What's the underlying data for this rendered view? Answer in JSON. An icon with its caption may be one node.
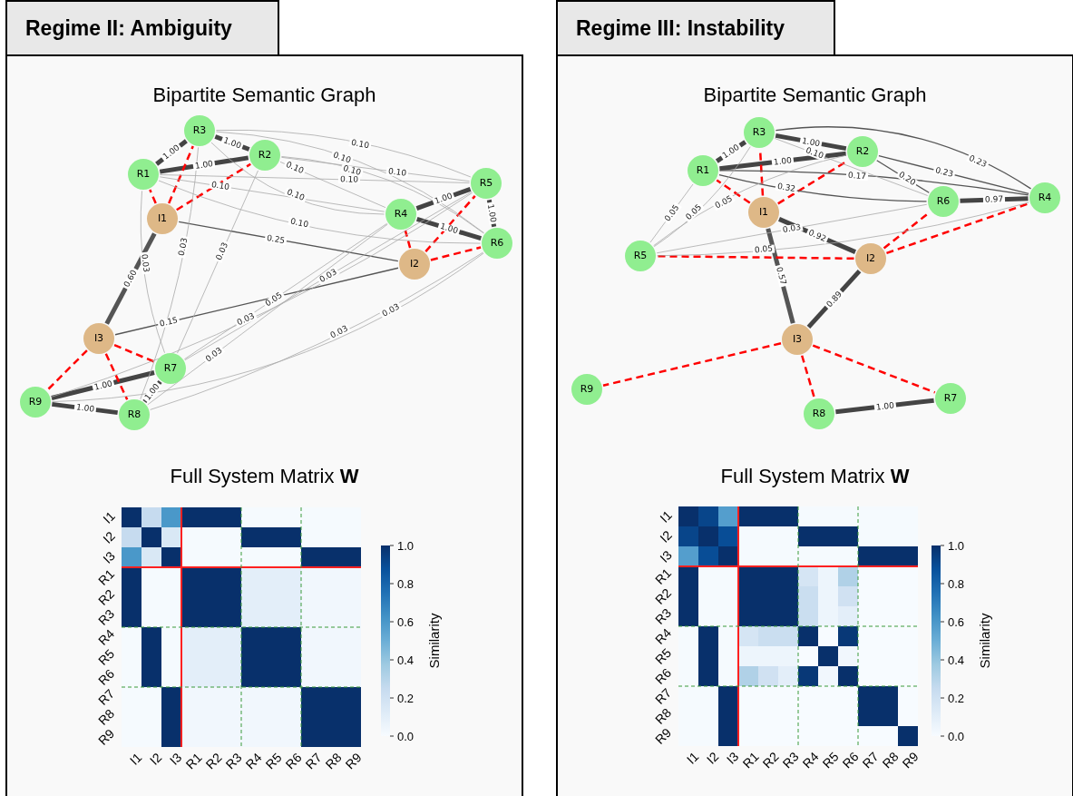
{
  "diagram": {
    "nodes": [
      {
        "text": [
          "Regime II: Ambiguity",
          "Bipartite Semantic Graph",
          "Full System Matrix **W**"
        ]
      },
      {
        "text": [
          "I1"
        ],
        "in": 0
      },
      {
        "text": [
          "I2"
        ],
        "in": 0
      },
      {
        "text": [
          "I3"
        ],
        "in": 0
      },
      {
        "text": [
          "R1"
        ],
        "in": 0
      },
      {
        "text": [
          "R2"
        ],
        "in": 0
      },
      {
        "text": [
          "R3"
        ],
        "in": 0
      },
      {
        "text": [
          "R4"
        ],
        "in": 0
      },
      {
        "text": [
          "R5"
        ],
        "in": 0
      },
      {
        "text": [
          "R6"
        ],
        "in": 0
      },
      {
        "text": [
          "R7"
        ],
        "in": 0
      },
      {
        "text": [
          "R8"
        ],
        "in": 0
      },
      {
        "text": [
          "R9"
        ],
        "in": 0
      },
      {
        "text": [
          "Regime III: Instability",
          "Bipartite Semantic Graph",
          "Full System Matrix **W**"
        ]
      },
      {
        "text": [
          "I1"
        ],
        "in": 13
      },
      {
        "text": [
          "I2"
        ],
        "in": 13
      },
      {
        "text": [
          "I3"
        ],
        "in": 13
      },
      {
        "text": [
          "R1"
        ],
        "in": 13
      },
      {
        "text": [
          "R2"
        ],
        "in": 13
      },
      {
        "text": [
          "R3"
        ],
        "in": 13
      },
      {
        "text": [
          "R4"
        ],
        "in": 13
      },
      {
        "text": [
          "R5"
        ],
        "in": 13
      },
      {
        "text": [
          "R6"
        ],
        "in": 13
      },
      {
        "text": [
          "R7"
        ],
        "in": 13
      },
      {
        "text": [
          "R8"
        ],
        "in": 13
      },
      {
        "text": [
          "R9"
        ],
        "in": 13
      }
    ],
    "edges": [
      {
        "from": 6,
        "to": 5,
        "arrow": "none",
        "label": "1.00",
        "style": "thick",
        "color": "#444444"
      },
      {
        "from": 4,
        "to": 5,
        "arrow": "none",
        "label": "1.00",
        "style": "thick",
        "color": "#444444"
      },
      {
        "from": 4,
        "to": 6,
        "arrow": "none",
        "label": "1.00",
        "style": "thick",
        "color": "#444444"
      },
      {
        "from": 7,
        "to": 8,
        "arrow": "none",
        "label": "1.00",
        "style": "thick",
        "color": "#444444"
      },
      {
        "from": 7,
        "to": 9,
        "arrow": "none",
        "label": "1.00",
        "style": "thick",
        "color": "#444444"
      },
      {
        "from": 8,
        "to": 9,
        "arrow": "none",
        "label": "1.00",
        "style": "thick",
        "color": "#444444"
      },
      {
        "from": 10,
        "to": 12,
        "arrow": "none",
        "label": "1.00",
        "style": "thick",
        "color": "#444444"
      },
      {
        "from": 12,
        "to": 11,
        "arrow": "none",
        "label": "1.00",
        "style": "thick",
        "color": "#444444"
      },
      {
        "from": 10,
        "to": 11,
        "arrow": "none",
        "label": "1.00",
        "style": "thick",
        "color": "#444444"
      },
      {
        "from": 1,
        "to": 3,
        "arrow": "none",
        "label": "0.60",
        "style": "thick",
        "color": "#555555"
      },
      {
        "from": 1,
        "to": 2,
        "arrow": "none",
        "label": "0.25",
        "color": "#555555"
      },
      {
        "from": 3,
        "to": 2,
        "arrow": "none",
        "label": "0.15",
        "color": "#555555"
      },
      {
        "from": 1,
        "to": 4,
        "arrow": "none",
        "style": "dashed",
        "color": "#ff0000"
      },
      {
        "from": 1,
        "to": 6,
        "arrow": "none",
        "style": "dashed",
        "color": "#ff0000"
      },
      {
        "from": 1,
        "to": 5,
        "arrow": "none",
        "style": "dashed",
        "color": "#ff0000"
      },
      {
        "from": 2,
        "to": 7,
        "arrow": "none",
        "style": "dashed",
        "color": "#ff0000"
      },
      {
        "from": 2,
        "to": 8,
        "arrow": "none",
        "style": "dashed",
        "color": "#ff0000"
      },
      {
        "from": 2,
        "to": 9,
        "arrow": "none",
        "style": "dashed",
        "color": "#ff0000"
      },
      {
        "from": 3,
        "to": 12,
        "arrow": "none",
        "style": "dashed",
        "color": "#ff0000"
      },
      {
        "from": 3,
        "to": 10,
        "arrow": "none",
        "style": "dashed",
        "color": "#ff0000"
      },
      {
        "from": 3,
        "to": 11,
        "arrow": "none",
        "style": "dashed",
        "color": "#ff0000"
      },
      {
        "from": 5,
        "to": 8,
        "arrow": "none",
        "label": "0.10"
      },
      {
        "from": 6,
        "to": 8,
        "arrow": "none",
        "label": "0.10"
      },
      {
        "from": 5,
        "to": 7,
        "arrow": "none",
        "label": "0.10"
      },
      {
        "from": 5,
        "to": 9,
        "arrow": "none",
        "label": "0.10"
      },
      {
        "from": 6,
        "to": 7,
        "arrow": "none",
        "label": "0.10"
      },
      {
        "from": 6,
        "to": 9,
        "arrow": "none",
        "label": "0.10"
      },
      {
        "from": 4,
        "to": 7,
        "arrow": "none",
        "label": "0.10"
      },
      {
        "from": 4,
        "to": 9,
        "arrow": "none",
        "label": "0.10"
      },
      {
        "from": 4,
        "to": 8,
        "arrow": "none",
        "label": "0.10"
      },
      {
        "from": 4,
        "to": 10,
        "arrow": "none",
        "label": "0.03"
      },
      {
        "from": 6,
        "to": 11,
        "arrow": "none",
        "label": "0.03"
      },
      {
        "from": 5,
        "to": 10,
        "arrow": "none",
        "label": "0.03"
      },
      {
        "from": 7,
        "to": 10,
        "arrow": "none",
        "label": "0.05"
      },
      {
        "from": 8,
        "to": 10,
        "arrow": "none",
        "label": "0.03"
      },
      {
        "from": 7,
        "to": 11,
        "arrow": "none",
        "label": "0.03"
      },
      {
        "from": 9,
        "to": 11,
        "arrow": "none",
        "label": "0.03"
      },
      {
        "from": 9,
        "to": 12,
        "arrow": "none",
        "label": "0.03"
      },
      {
        "from": 8,
        "to": 12,
        "arrow": "none",
        "label": "0.03"
      },
      {
        "from": 19,
        "to": 18,
        "arrow": "none",
        "label": "1.00",
        "style": "thick",
        "color": "#444444"
      },
      {
        "from": 17,
        "to": 18,
        "arrow": "none",
        "label": "1.00",
        "style": "thick",
        "color": "#444444"
      },
      {
        "from": 17,
        "to": 19,
        "arrow": "none",
        "label": "1.00",
        "style": "thick",
        "color": "#444444"
      },
      {
        "from": 22,
        "to": 20,
        "arrow": "none",
        "label": "0.97",
        "style": "thick",
        "color": "#444444"
      },
      {
        "from": 24,
        "to": 23,
        "arrow": "none",
        "label": "1.00",
        "style": "thick",
        "color": "#444444"
      },
      {
        "from": 14,
        "to": 15,
        "arrow": "none",
        "label": "0.92",
        "style": "thick",
        "color": "#444444"
      },
      {
        "from": 15,
        "to": 16,
        "arrow": "none",
        "label": "0.89",
        "style": "thick",
        "color": "#444444"
      },
      {
        "from": 14,
        "to": 16,
        "arrow": "none",
        "label": "0.57",
        "style": "thick",
        "color": "#555555"
      },
      {
        "from": 14,
        "to": 17,
        "arrow": "none",
        "style": "dashed",
        "color": "#ff0000"
      },
      {
        "from": 14,
        "to": 19,
        "arrow": "none",
        "style": "dashed",
        "color": "#ff0000"
      },
      {
        "from": 14,
        "to": 18,
        "arrow": "none",
        "style": "dashed",
        "color": "#ff0000"
      },
      {
        "from": 15,
        "to": 21,
        "arrow": "none",
        "style": "dashed",
        "color": "#ff0000"
      },
      {
        "from": 15,
        "to": 22,
        "arrow": "none",
        "style": "dashed",
        "color": "#ff0000"
      },
      {
        "from": 15,
        "to": 20,
        "arrow": "none",
        "style": "dashed",
        "color": "#ff0000"
      },
      {
        "from": 16,
        "to": 25,
        "arrow": "none",
        "style": "dashed",
        "color": "#ff0000"
      },
      {
        "from": 16,
        "to": 24,
        "arrow": "none",
        "style": "dashed",
        "color": "#ff0000"
      },
      {
        "from": 16,
        "to": 23,
        "arrow": "none",
        "style": "dashed",
        "color": "#ff0000"
      },
      {
        "from": 18,
        "to": 20,
        "arrow": "none",
        "label": "0.23",
        "color": "#555555"
      },
      {
        "from": 19,
        "to": 20,
        "arrow": "none",
        "label": "0.23",
        "color": "#555555"
      },
      {
        "from": 18,
        "to": 22,
        "arrow": "none",
        "label": "0.20",
        "color": "#555555"
      },
      {
        "from": 17,
        "to": 22,
        "arrow": "none",
        "label": "0.32",
        "color": "#555555"
      },
      {
        "from": 17,
        "to": 20,
        "arrow": "none",
        "label": "0.17",
        "color": "#555555"
      },
      {
        "from": 19,
        "to": 22,
        "arrow": "none",
        "label": "0.10"
      },
      {
        "from": 17,
        "to": 21,
        "arrow": "none",
        "label": "0.05"
      },
      {
        "from": 19,
        "to": 21,
        "arrow": "none",
        "label": "0.05"
      },
      {
        "from": 18,
        "to": 21,
        "arrow": "none",
        "label": "0.05"
      },
      {
        "from": 21,
        "to": 22,
        "arrow": "none",
        "label": "0.03"
      },
      {
        "from": 21,
        "to": 20,
        "arrow": "none",
        "label": "0.05"
      }
    ],
    "labels": [
      "I1",
      "I2",
      "I3",
      "R1",
      "R2",
      "R3",
      "R4",
      "R5",
      "R6",
      "R7",
      "R8",
      "R9",
      "I1",
      "I2",
      "I3",
      "R1",
      "R2",
      "R3",
      "R4",
      "R5",
      "R6",
      "R7",
      "R8",
      "R9",
      "1.0",
      "0.8",
      "0.6",
      "0.4",
      "0.2",
      "0.0",
      "Similarity",
      "I1",
      "I2",
      "I3",
      "R1",
      "R2",
      "R3",
      "R4",
      "R5",
      "R6",
      "R7",
      "R8",
      "R9",
      "I1",
      "I2",
      "I3",
      "R1",
      "R2",
      "R3",
      "R4",
      "R5",
      "R6",
      "R7",
      "R8",
      "R9",
      "1.0",
      "0.8",
      "0.6",
      "0.4",
      "0.2",
      "0.0",
      "Similarity"
    ]
  }
}
